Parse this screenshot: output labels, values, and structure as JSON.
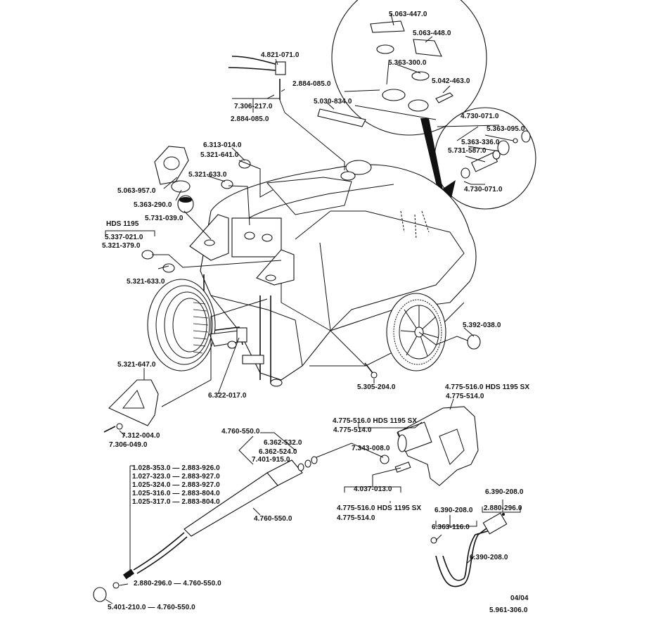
{
  "diagram": {
    "title_code": "5.961-306.0",
    "date": "04/04",
    "model_note": "HDS 1195",
    "model_note_sx": "HDS 1195 SX"
  },
  "labels": {
    "l4821071": "4.821-071.0",
    "l2884085a": "2.884-085.0",
    "l7306217": "7.306-217.0",
    "l2884085b": "2.884-085.0",
    "l5030834": "5.030-834.0",
    "l5063447": "5.063-447.0",
    "l5063448": "5.063-448.0",
    "l5363300": "5.363-300.0",
    "l5042463": "5.042-463.0",
    "l4730071a": "4.730-071.0",
    "l5363095": "5.363-095.0",
    "l5363336": "5.363-336.0",
    "l5731587": "5.731-587.0",
    "l4730071b": "4.730-071.0",
    "l6313014": "6.313-014.0",
    "l5321641": "5.321-641.0",
    "l5321633a": "5.321-633.0",
    "l5063957": "5.063-957.0",
    "l5363290": "5.363-290.0",
    "l5731039": "5.731-039.0",
    "hds1195": "HDS 1195",
    "l5337021": "5.337-021.0",
    "l5321379": "5.321-379.0",
    "l5321633b": "5.321-633.0",
    "l5392038": "5.392-038.0",
    "l5305204": "5.305-204.0",
    "l5321647": "5.321-647.0",
    "l6322017": "6.322-017.0",
    "l7312004": "7.312-004.0",
    "l7306049": "7.306-049.0",
    "gun_top_a": "4.775-516.0",
    "gun_top_a_note": "HDS 1195 SX",
    "gun_top_b": "4.775-514.0",
    "gun_mid_a": "4.775-516.0",
    "gun_mid_a_note": "HDS 1195 SX",
    "gun_mid_b": "4.775-514.0",
    "l7343008": "7.343-008.0",
    "l4760550a": "4.760-550.0",
    "l6362532": "6.362-532.0",
    "l6362524": "6.362-524.0",
    "l7401915": "7.401-915.0",
    "l4037013": "4.037-013.0",
    "gun_bot_a": "4.775-516.0",
    "gun_bot_a_note": "HDS 1195 SX",
    "gun_bot_b": "4.775-514.0",
    "l4760550b": "4.760-550.0",
    "l6390208a": "6.390-208.0",
    "l2880296a": "2.880-296.0",
    "l6390208b": "6.390-208.0",
    "l6363116": "6.363-116.0",
    "l6390208c": "6.390-208.0",
    "l2880296b": "2.880-296.0",
    "l4760550c": "4.760-550.0",
    "l5401210": "5.401-210.0",
    "l4760550d": "4.760-550.0"
  },
  "nozzle_table": [
    {
      "nozzle": "1.028-353.0",
      "part": "2.883-926.0"
    },
    {
      "nozzle": "1.027-323.0",
      "part": "2.883-927.0"
    },
    {
      "nozzle": "1.025-324.0",
      "part": "2.883-927.0"
    },
    {
      "nozzle": "1.025-316.0",
      "part": "2.883-804.0"
    },
    {
      "nozzle": "1.025-317.0",
      "part": "2.883-804.0"
    }
  ]
}
